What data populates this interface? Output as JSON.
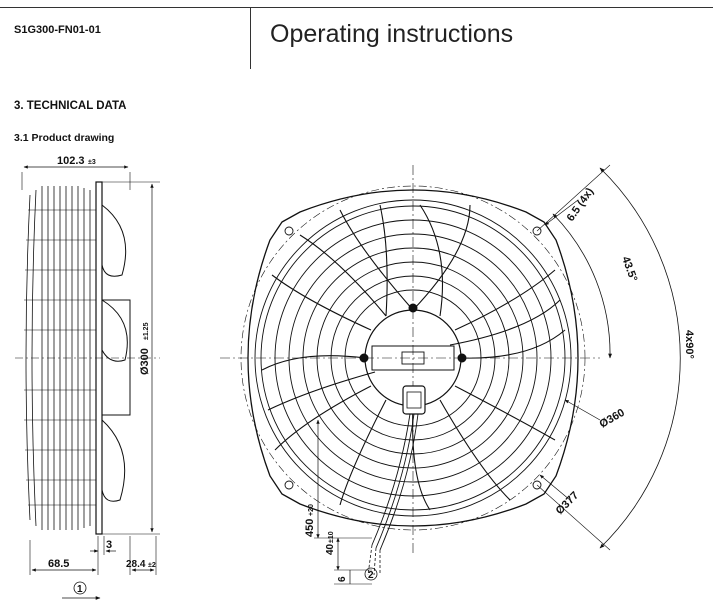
{
  "header": {
    "product_code": "S1G300-FN01-01",
    "title": "Operating instructions"
  },
  "section": {
    "heading": "3. TECHNICAL DATA",
    "subheading": "3.1 Product drawing"
  },
  "drawing": {
    "side_view": {
      "dim_width": "102.3",
      "dim_width_tol": "±3",
      "dim_diameter": "Ø300",
      "dim_diameter_tol": "±1.25",
      "dim_68_5": "68.5",
      "dim_3": "3",
      "dim_28_4": "28.4",
      "dim_28_4_tol": "±2",
      "callout_1": "1"
    },
    "front_view": {
      "dim_hole": "6.5 (4x)",
      "dim_angle_43": "43.5°",
      "dim_angle_90": "4x90°",
      "dim_360": "Ø360",
      "dim_377": "Ø377",
      "dim_450": "450",
      "dim_450_tol": "+20",
      "dim_40": "40",
      "dim_40_tol": "±10",
      "dim_6": "6",
      "callout_2": "2"
    }
  }
}
